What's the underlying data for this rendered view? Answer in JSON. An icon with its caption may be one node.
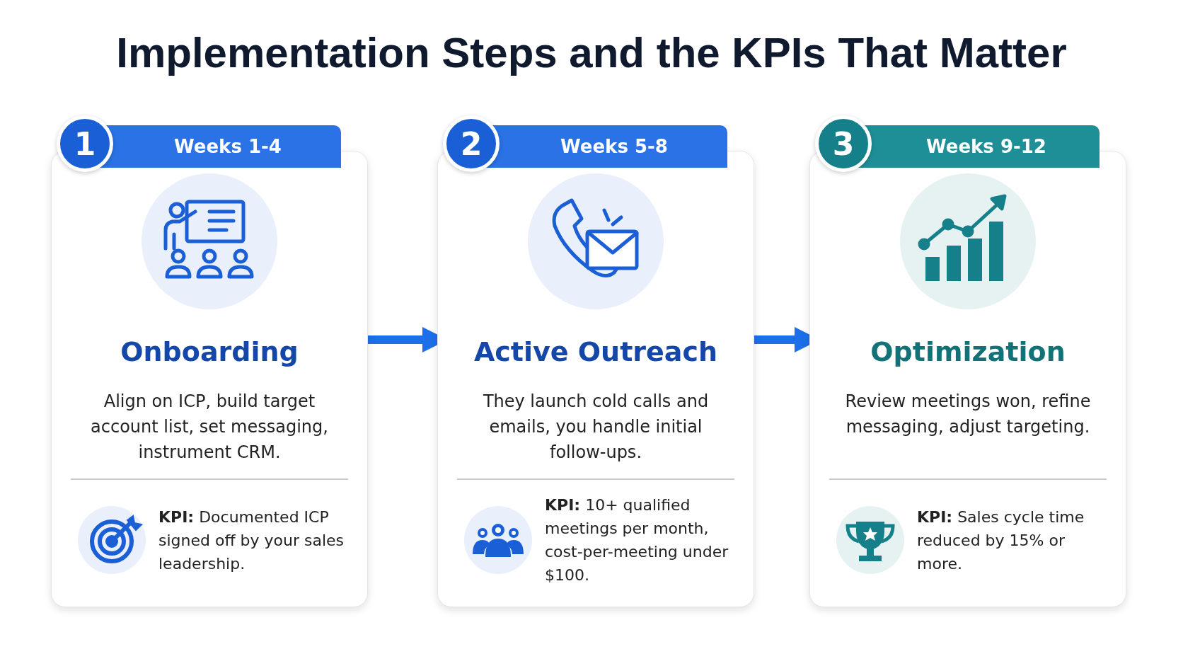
{
  "diagram": {
    "title": "Implementation Steps and the KPIs That Matter",
    "nodes": [
      {
        "text": [
          "1",
          "Weeks 1-4",
          "Onboarding",
          "Align on ICP, build target account list, set messaging, instrument CRM.",
          "**KPI:** Documented ICP signed off by your sales leadership."
        ]
      },
      {
        "text": [
          "2",
          "Weeks 5-8",
          "Active Outreach",
          "They launch cold calls and emails, you handle initial follow-ups.",
          "**KPI:** 10+ qualified meetings per month, cost-per-meeting under $100."
        ]
      },
      {
        "text": [
          "3",
          "Weeks 9-12",
          "Optimization",
          "Review meetings won, refine messaging, adjust targeting.",
          "**KPI:** Sales cycle time reduced by 15% or more."
        ]
      }
    ],
    "edges": [
      {
        "from": 0,
        "to": 1,
        "arrow": "to"
      },
      {
        "from": 1,
        "to": 2,
        "arrow": "to"
      }
    ]
  }
}
